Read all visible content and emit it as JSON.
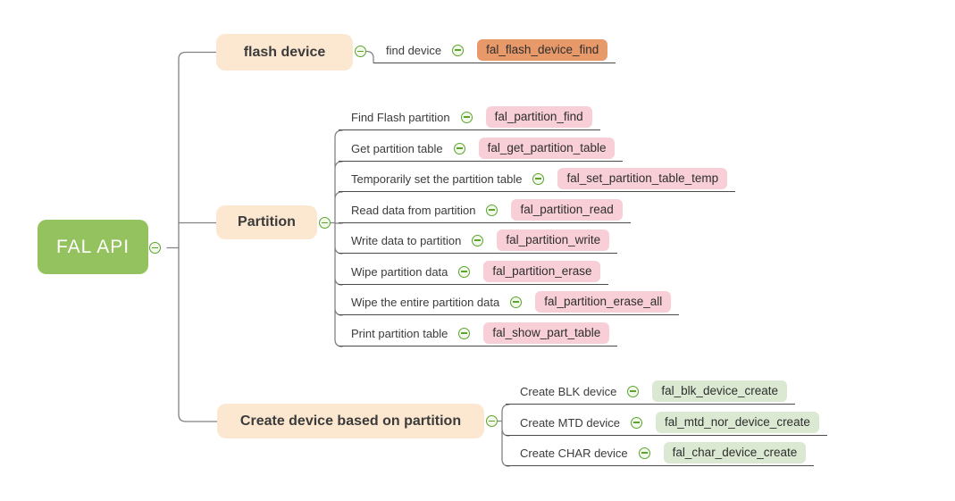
{
  "root": {
    "label": "FAL API"
  },
  "branches": [
    {
      "label": "flash device",
      "children": [
        {
          "label": "find device",
          "func": "fal_flash_device_find"
        }
      ]
    },
    {
      "label": "Partition",
      "children": [
        {
          "label": "Find Flash partition",
          "func": "fal_partition_find"
        },
        {
          "label": "Get partition table",
          "func": "fal_get_partition_table"
        },
        {
          "label": "Temporarily set the partition table",
          "func": "fal_set_partition_table_temp"
        },
        {
          "label": "Read data from partition",
          "func": "fal_partition_read"
        },
        {
          "label": "Write data to partition",
          "func": "fal_partition_write"
        },
        {
          "label": "Wipe partition data",
          "func": "fal_partition_erase"
        },
        {
          "label": "Wipe the entire partition data",
          "func": "fal_partition_erase_all"
        },
        {
          "label": "Print partition table",
          "func": "fal_show_part_table"
        }
      ]
    },
    {
      "label": "Create device based on partition",
      "children": [
        {
          "label": "Create BLK device",
          "func": "fal_blk_device_create"
        },
        {
          "label": "Create MTD device",
          "func": "fal_mtd_nor_device_create"
        },
        {
          "label": "Create CHAR device",
          "func": "fal_char_device_create"
        }
      ]
    }
  ],
  "icons": {
    "collapse": "minus-in-circle"
  },
  "colors": {
    "root_bg": "#94c25e",
    "branch_bg": "#fce8d0",
    "flash_leaf_bg": "#e8996a",
    "partition_leaf_bg": "#f8cfd7",
    "create_leaf_bg": "#dbe9d3",
    "connector_line": "#828282",
    "topic_underline": "#4b4b4b",
    "collapse_icon": "#5aa42e"
  }
}
